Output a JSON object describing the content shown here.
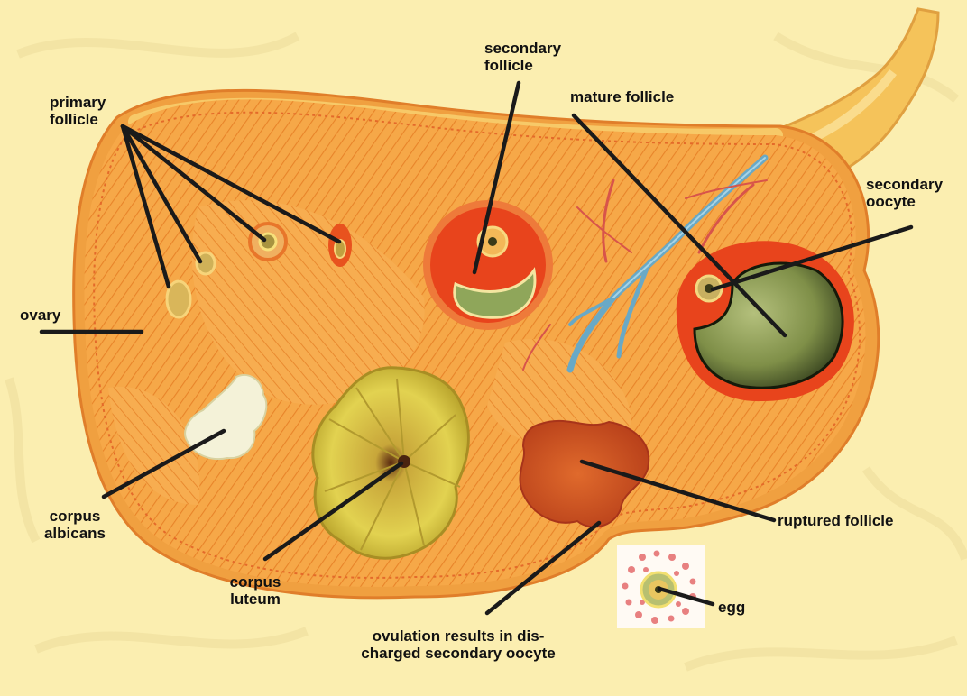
{
  "labels": {
    "primary_follicle": [
      "primary",
      "follicle"
    ],
    "secondary_follicle": [
      "secondary",
      "follicle"
    ],
    "mature_follicle": [
      "mature follicle"
    ],
    "secondary_oocyte": [
      "secondary",
      "oocyte"
    ],
    "ovary": [
      "ovary"
    ],
    "corpus_albicans": [
      "corpus",
      "albicans"
    ],
    "corpus_luteum": [
      "corpus",
      "luteum"
    ],
    "ruptured_follicle": [
      "ruptured follicle"
    ],
    "ovulation": [
      "ovulation results in dis-",
      "charged secondary oocyte"
    ],
    "egg": [
      "egg"
    ]
  },
  "colors": {
    "background": "#fbeeb0",
    "ovary_outer": "#f0a040",
    "ovary_inner": "#f6a848",
    "stroma_lines": "#e8842a",
    "follicle_red": "#e8441c",
    "antrum_green": "#7f8f48",
    "corpus_luteum_yellow": "#d8c640",
    "corpus_albicans": "#f4f2d8",
    "blood_vessel": "#69a9c6",
    "ruptured_follicle": "#d4521e",
    "leader_line": "#1a1a1a"
  }
}
